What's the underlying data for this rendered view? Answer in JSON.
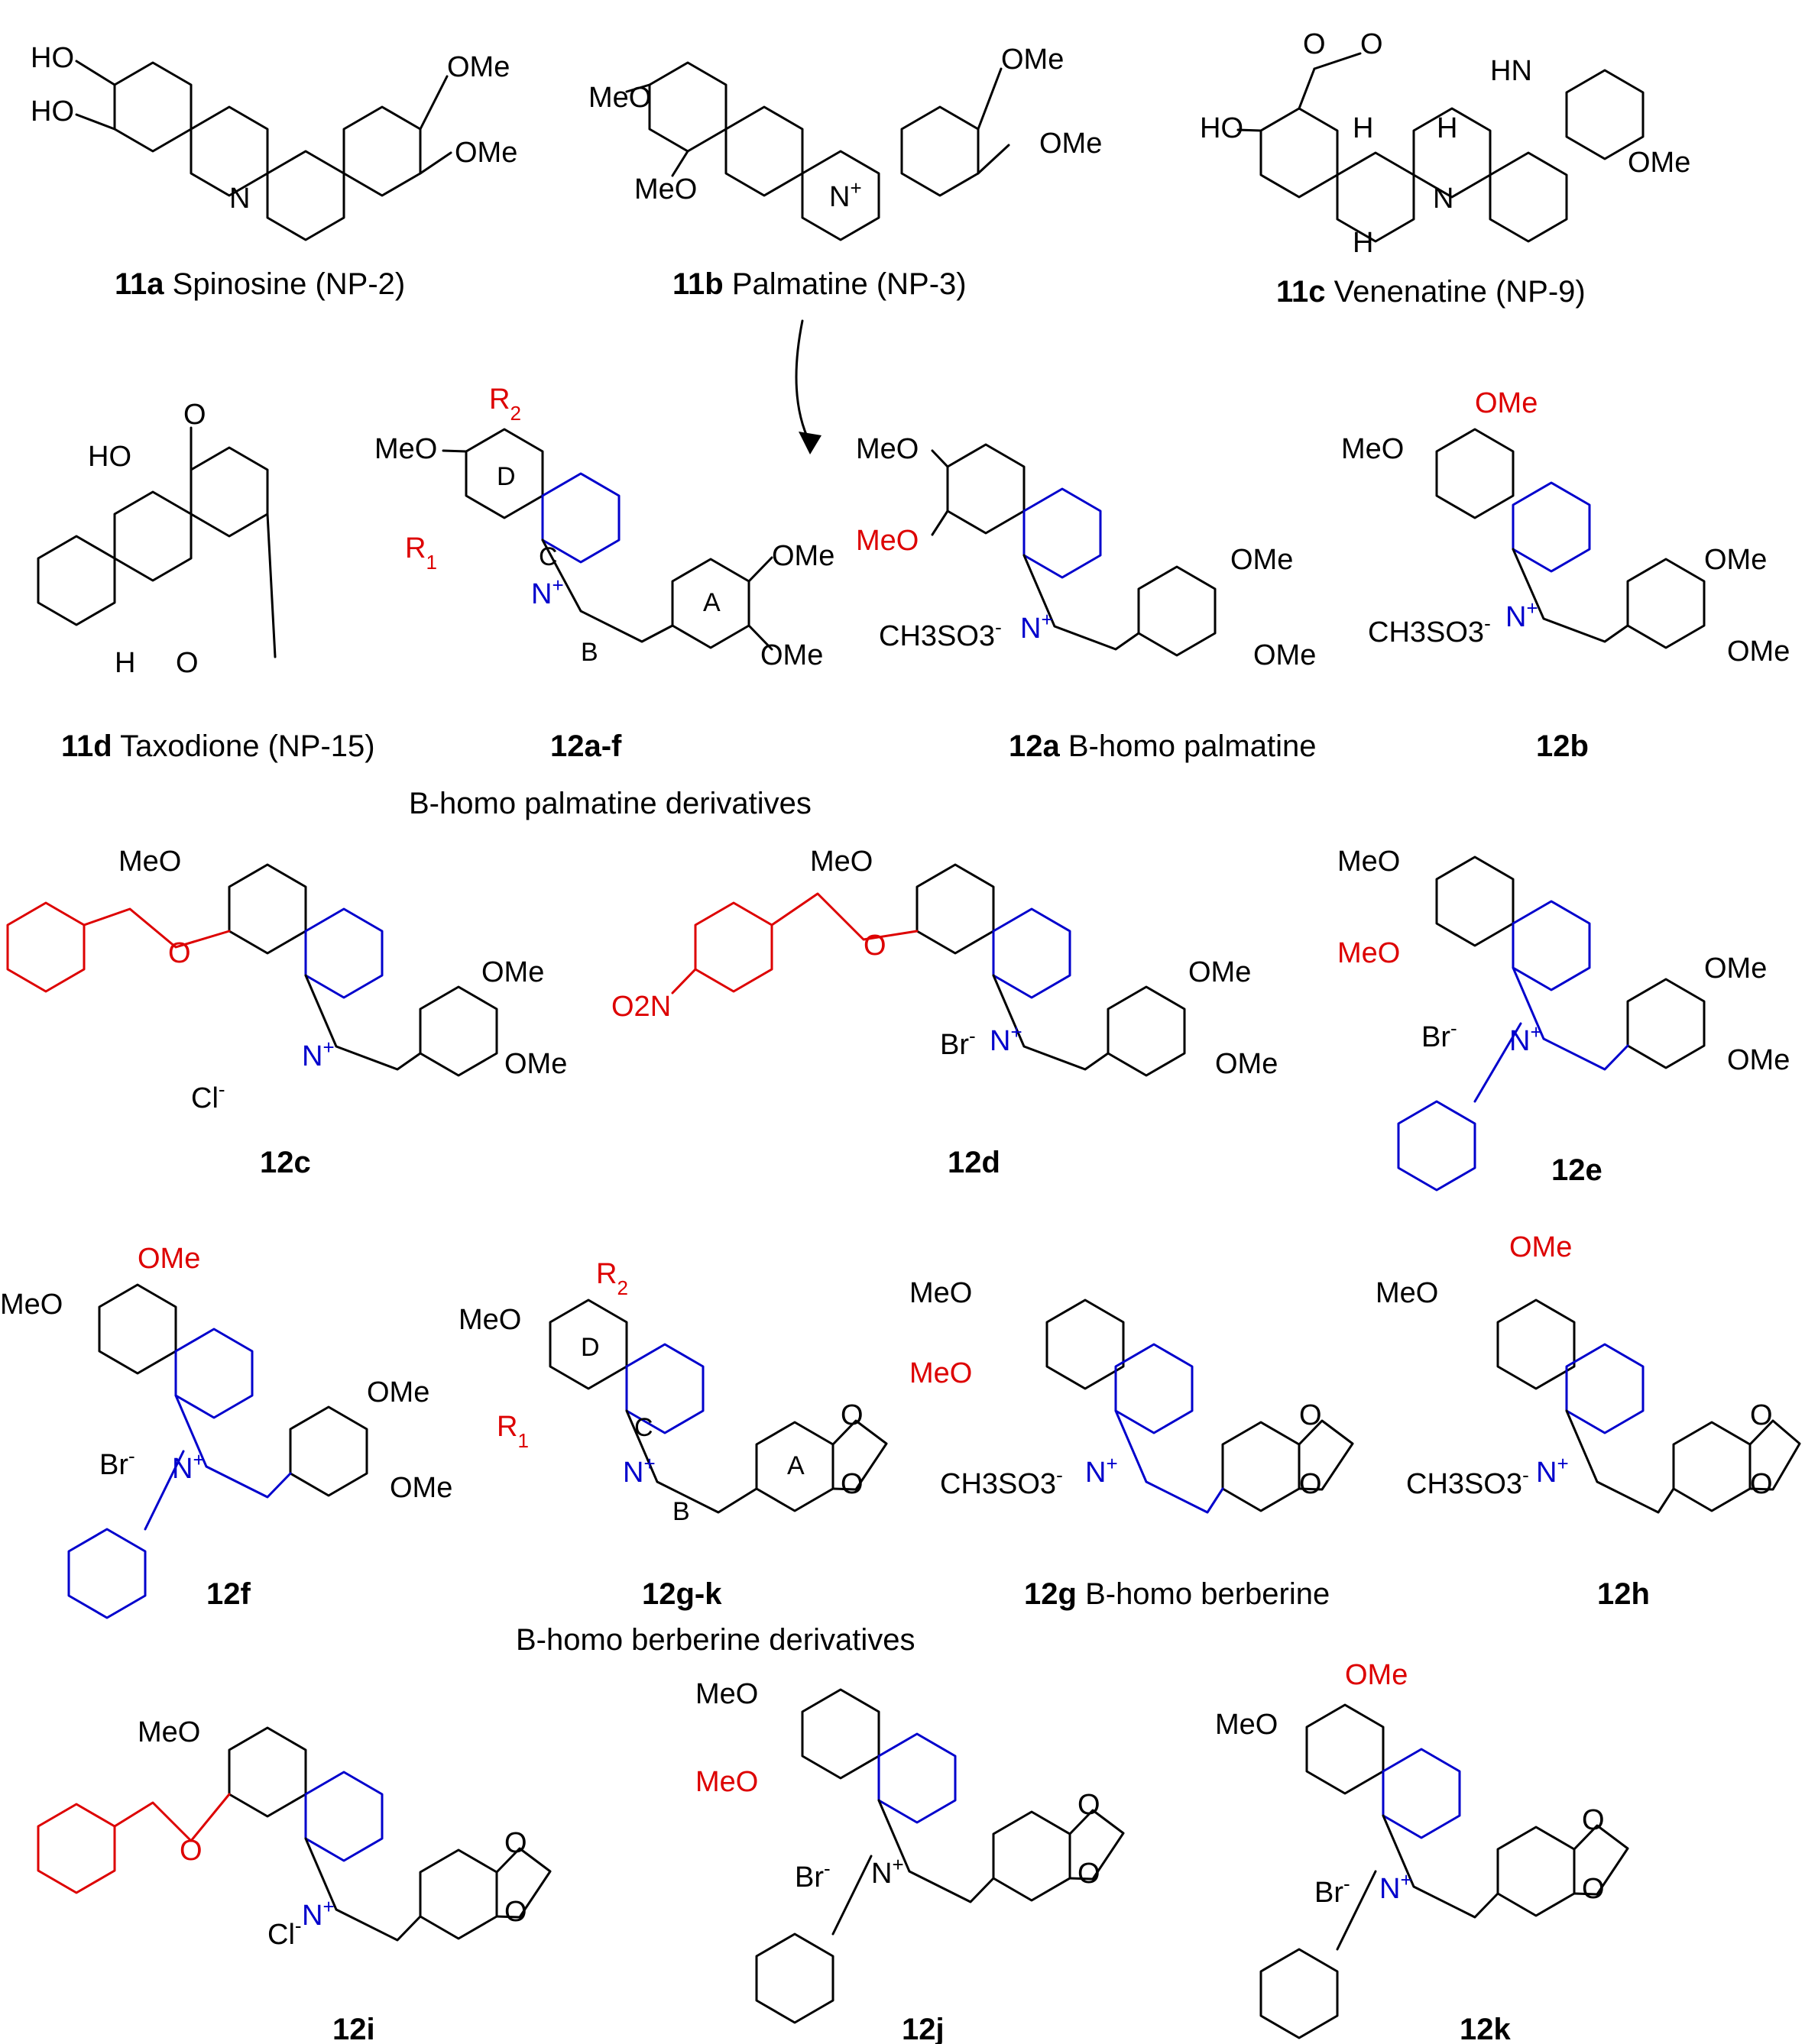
{
  "captions": {
    "c11a": {
      "id": "11a",
      "name": "Spinosine (NP-2)"
    },
    "c11b": {
      "id": "11b",
      "name": "Palmatine (NP-3)"
    },
    "c11c": {
      "id": "11c",
      "name": "Venenatine (NP-9)"
    },
    "c11d": {
      "id": "11d",
      "name": "Taxodione (NP-15)"
    },
    "c12af": {
      "id": "12a-f",
      "name": ""
    },
    "c12a": {
      "id": "12a",
      "name": "B-homo palmatine"
    },
    "c12b": {
      "id": "12b",
      "name": ""
    },
    "c12c": {
      "id": "12c",
      "name": ""
    },
    "c12d": {
      "id": "12d",
      "name": ""
    },
    "c12e": {
      "id": "12e",
      "name": ""
    },
    "c12f": {
      "id": "12f",
      "name": ""
    },
    "c12gk": {
      "id": "12g-k",
      "name": ""
    },
    "c12g": {
      "id": "12g",
      "name": "B-homo berberine"
    },
    "c12h": {
      "id": "12h",
      "name": ""
    },
    "c12i": {
      "id": "12i",
      "name": ""
    },
    "c12j": {
      "id": "12j",
      "name": ""
    },
    "c12k": {
      "id": "12k",
      "name": ""
    }
  },
  "sections": {
    "palmatine": "B-homo palmatine derivatives",
    "berberine": "B-homo berberine derivatives"
  },
  "labels": {
    "ho": "HO",
    "ome": "OMe",
    "meo": "MeO",
    "n": "N",
    "nplus": "N",
    "plus": "+",
    "o": "O",
    "h": "H",
    "hn": "HN",
    "r1": "R",
    "r2": "R",
    "sub1": "1",
    "sub2": "2",
    "ch3so3": "CH3SO3",
    "minus": "-",
    "cl": "Cl",
    "br": "Br",
    "o2n": "O2N",
    "ringA": "A",
    "ringB": "B",
    "ringC": "C",
    "ringD": "D"
  },
  "colors": {
    "black": "#000000",
    "red": "#dd0000",
    "blue": "#0000cc"
  }
}
